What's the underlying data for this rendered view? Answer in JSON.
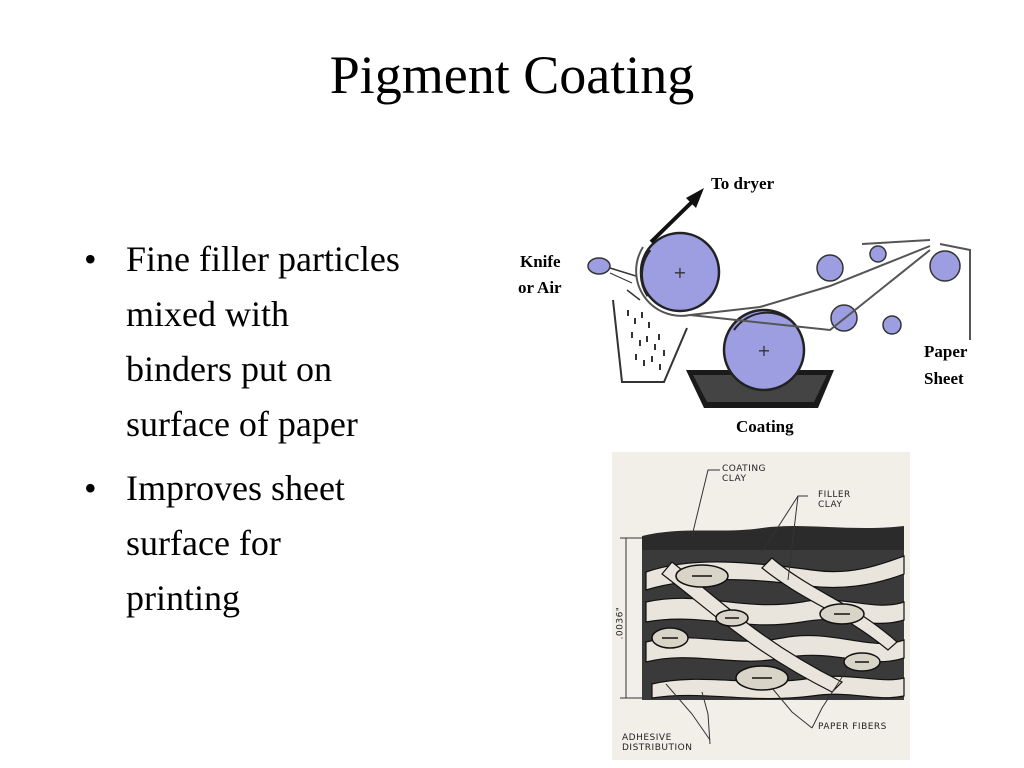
{
  "slide": {
    "title": "Pigment Coating",
    "bullets": [
      {
        "bullet": "•",
        "lines": [
          "Fine filler particles",
          "mixed with",
          "binders put on",
          "surface of paper"
        ]
      },
      {
        "bullet": "•",
        "lines": [
          "Improves sheet",
          "surface for",
          "printing"
        ]
      }
    ]
  },
  "machine_diagram": {
    "label_to_dryer": "To dryer",
    "label_knife_1": "Knife",
    "label_knife_2": "or Air",
    "label_paper_1": "Paper",
    "label_paper_2": "Sheet",
    "label_coating": "Coating",
    "roll_color": "#9d9de2"
  },
  "cross_section": {
    "label_coating_clay_1": "COATING",
    "label_coating_clay_2": "CLAY",
    "label_filler_clay_1": "FILLER",
    "label_filler_clay_2": "CLAY",
    "label_thickness": ".0036\"",
    "label_adhesive_1": "ADHESIVE",
    "label_adhesive_2": "DISTRIBUTION",
    "label_fibers": "PAPER FIBERS"
  }
}
